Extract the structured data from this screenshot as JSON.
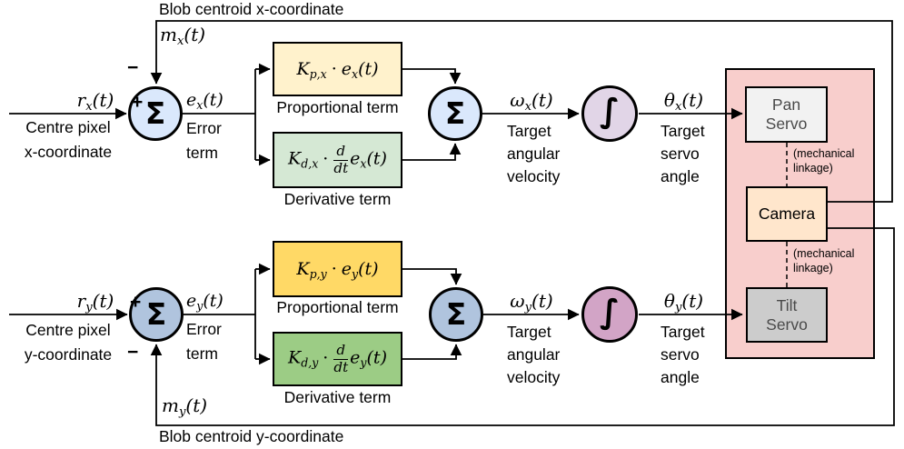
{
  "colors": {
    "wire": "#000000",
    "sum_junction_x": "#DAE8FC",
    "sum_junction_y": "#B0C4DE",
    "integrator_x": "#E1D5E7",
    "integrator_y": "#D2A4C6",
    "proportional_x": "#FFF2CC",
    "derivative_x": "#D5E8D4",
    "proportional_y": "#FFD966",
    "derivative_y": "#9CCC85",
    "plant": "#F8CECC",
    "pan_servo": "#F2F2F2",
    "camera": "#FFE6CC",
    "tilt_servo": "#CCCCCC",
    "servo_text": "#4a4a4a",
    "camera_text": "#000000"
  },
  "x_loop": {
    "ref": {
      "base": "r",
      "sub": "x",
      "arg": "(t)"
    },
    "ref_caption": "Centre pixel\nx-coordinate",
    "plus": "+",
    "minus": "−",
    "sum_symbol": "Σ",
    "error": {
      "base": "e",
      "sub": "x",
      "arg": "(t)"
    },
    "error_caption": "Error\nterm",
    "prop": {
      "gain": "K",
      "gain_sub": "p,x",
      "dot": "·",
      "base": "e",
      "base_sub": "x",
      "arg": "(t)",
      "caption": "Proportional term"
    },
    "deriv": {
      "gain": "K",
      "gain_sub": "d,x",
      "dot": "·",
      "num": "d",
      "den": "dt",
      "base": "e",
      "base_sub": "x",
      "arg": "(t)",
      "caption": "Derivative term"
    },
    "omega": {
      "base": "ω",
      "sub": "x",
      "arg": "(t)"
    },
    "omega_caption": "Target\nangular\nvelocity",
    "integral_symbol": "∫",
    "theta": {
      "base": "θ",
      "sub": "x",
      "arg": "(t)"
    },
    "theta_caption": "Target\nservo\nangle",
    "feedback": {
      "base": "m",
      "sub": "x",
      "arg": "(t)"
    },
    "feedback_caption": "Blob centroid x-coordinate"
  },
  "y_loop": {
    "ref": {
      "base": "r",
      "sub": "y",
      "arg": "(t)"
    },
    "ref_caption": "Centre pixel\ny-coordinate",
    "plus": "+",
    "minus": "−",
    "sum_symbol": "Σ",
    "error": {
      "base": "e",
      "sub": "y",
      "arg": "(t)"
    },
    "error_caption": "Error\nterm",
    "prop": {
      "gain": "K",
      "gain_sub": "p,y",
      "dot": "·",
      "base": "e",
      "base_sub": "y",
      "arg": "(t)",
      "caption": "Proportional term"
    },
    "deriv": {
      "gain": "K",
      "gain_sub": "d,y",
      "dot": "·",
      "num": "d",
      "den": "dt",
      "base": "e",
      "base_sub": "y",
      "arg": "(t)",
      "caption": "Derivative term"
    },
    "omega": {
      "base": "ω",
      "sub": "y",
      "arg": "(t)"
    },
    "omega_caption": "Target\nangular\nvelocity",
    "integral_symbol": "∫",
    "theta": {
      "base": "θ",
      "sub": "y",
      "arg": "(t)"
    },
    "theta_caption": "Target\nservo\nangle",
    "feedback": {
      "base": "m",
      "sub": "y",
      "arg": "(t)"
    },
    "feedback_caption": "Blob centroid y-coordinate"
  },
  "plant": {
    "pan_servo": "Pan\nServo",
    "camera": "Camera",
    "tilt_servo": "Tilt\nServo",
    "linkage_top": "(mechanical\nlinkage)",
    "linkage_bottom": "(mechanical\nlinkage)"
  }
}
